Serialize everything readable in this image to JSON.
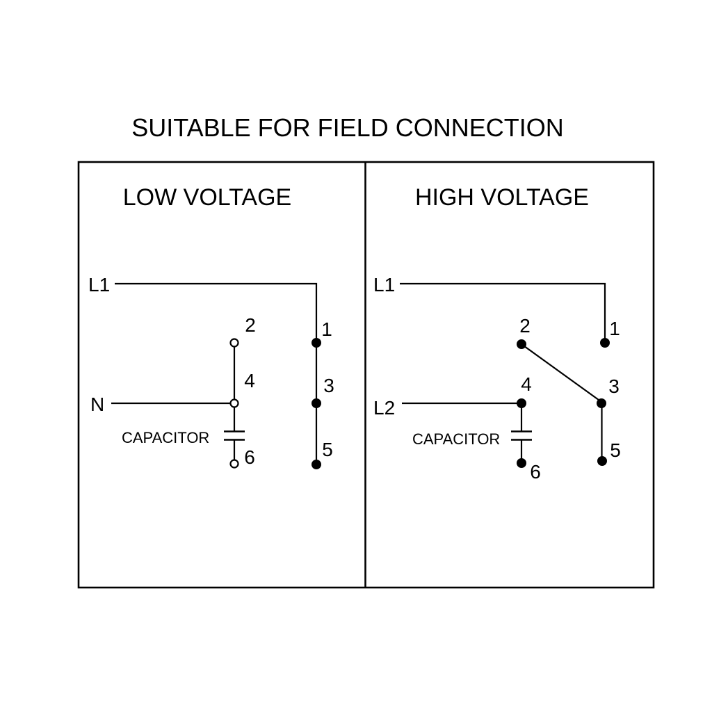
{
  "title": "SUITABLE FOR FIELD CONNECTION",
  "low": {
    "heading": "LOW VOLTAGE",
    "l1": "L1",
    "n": "N",
    "capacitor": "CAPACITOR",
    "t1": "1",
    "t2": "2",
    "t3": "3",
    "t4": "4",
    "t5": "5",
    "t6": "6"
  },
  "high": {
    "heading": "HIGH VOLTAGE",
    "l1": "L1",
    "l2": "L2",
    "capacitor": "CAPACITOR",
    "t1": "1",
    "t2": "2",
    "t3": "3",
    "t4": "4",
    "t5": "5",
    "t6": "6"
  },
  "colors": {
    "line": "#000000",
    "background": "#ffffff"
  }
}
